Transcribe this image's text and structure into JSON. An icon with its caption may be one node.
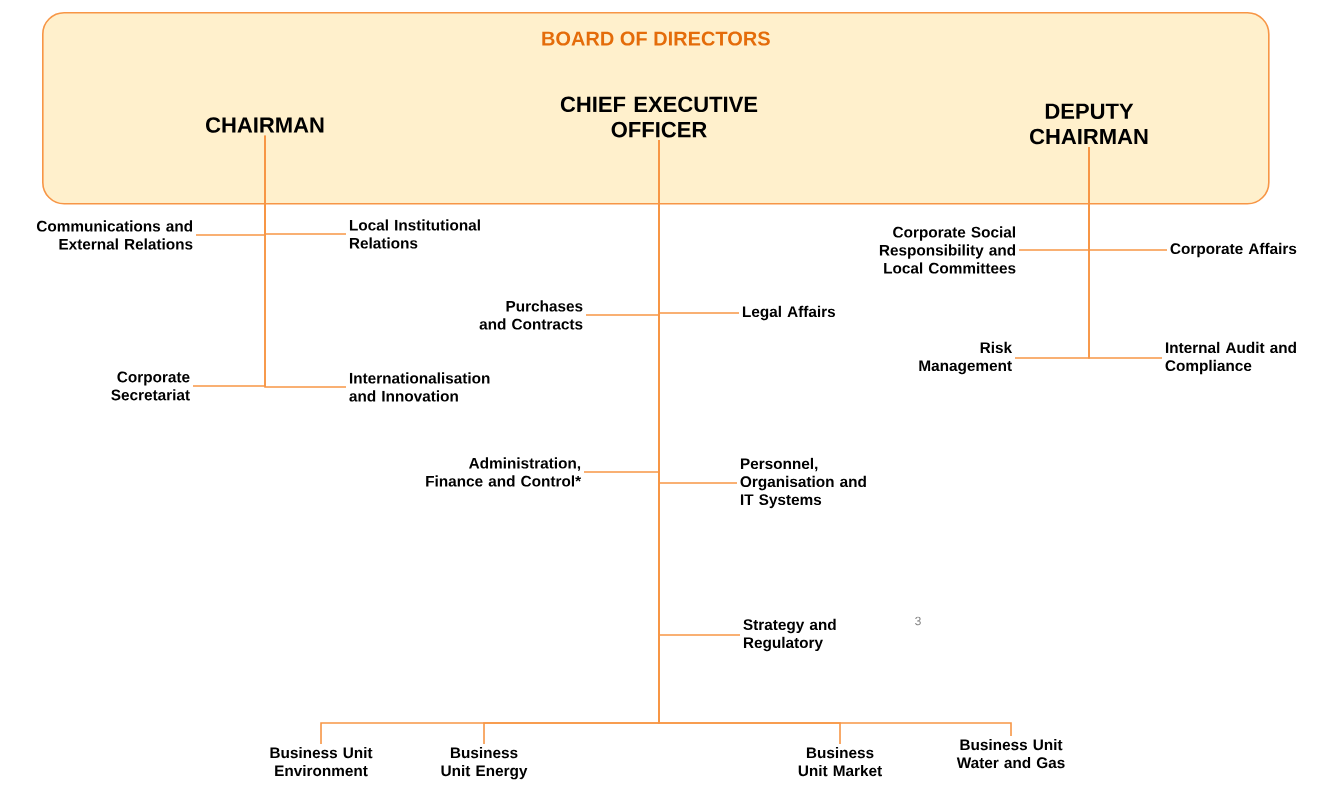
{
  "diagram": {
    "nodes": [
      {
        "text": [
          "BOARD OF DIRECTORS"
        ]
      },
      {
        "text": [
          "CHAIRMAN"
        ],
        "in": 0
      },
      {
        "text": [
          "CHIEF EXECUTIVE OFFICER"
        ],
        "in": 0
      },
      {
        "text": [
          "DEPUTY CHAIRMAN"
        ],
        "in": 0
      },
      {
        "text": [
          "Communications and External Relations"
        ]
      },
      {
        "text": [
          "Local Institutional Relations"
        ]
      },
      {
        "text": [
          "Corporate Secretariat"
        ]
      },
      {
        "text": [
          "Internationalisation and Innovation"
        ]
      },
      {
        "text": [
          "Purchases and Contracts"
        ]
      },
      {
        "text": [
          "Legal Affairs"
        ]
      },
      {
        "text": [
          "Administration, Finance and Control*"
        ]
      },
      {
        "text": [
          "Personnel, Organisation and IT Systems"
        ]
      },
      {
        "text": [
          "Strategy and Regulatory"
        ]
      },
      {
        "text": [
          "Corporate Social Responsibility and Local Committees"
        ]
      },
      {
        "text": [
          "Corporate Affairs"
        ]
      },
      {
        "text": [
          "Risk Management"
        ]
      },
      {
        "text": [
          "Internal Audit and Compliance"
        ]
      },
      {
        "text": [
          "Business Unit Environment"
        ]
      },
      {
        "text": [
          "Business Unit Energy"
        ]
      },
      {
        "text": [
          "Business Unit Market"
        ]
      },
      {
        "text": [
          "Business Unit Water and Gas"
        ]
      }
    ],
    "edges": [
      {
        "from": 1,
        "to": 4,
        "arrow": "none"
      },
      {
        "from": 1,
        "to": 5,
        "arrow": "none"
      },
      {
        "from": 1,
        "to": 6,
        "arrow": "none"
      },
      {
        "from": 1,
        "to": 7,
        "arrow": "none"
      },
      {
        "from": 2,
        "to": 8,
        "arrow": "none"
      },
      {
        "from": 2,
        "to": 9,
        "arrow": "none"
      },
      {
        "from": 2,
        "to": 10,
        "arrow": "none"
      },
      {
        "from": 2,
        "to": 11,
        "arrow": "none"
      },
      {
        "from": 2,
        "to": 12,
        "arrow": "none"
      },
      {
        "from": 2,
        "to": 17,
        "arrow": "none"
      },
      {
        "from": 2,
        "to": 18,
        "arrow": "none"
      },
      {
        "from": 2,
        "to": 19,
        "arrow": "none"
      },
      {
        "from": 2,
        "to": 20,
        "arrow": "none"
      },
      {
        "from": 3,
        "to": 13,
        "arrow": "none"
      },
      {
        "from": 3,
        "to": 14,
        "arrow": "none"
      },
      {
        "from": 3,
        "to": 15,
        "arrow": "none"
      },
      {
        "from": 3,
        "to": 16,
        "arrow": "none"
      }
    ],
    "labels": [
      "3"
    ]
  }
}
